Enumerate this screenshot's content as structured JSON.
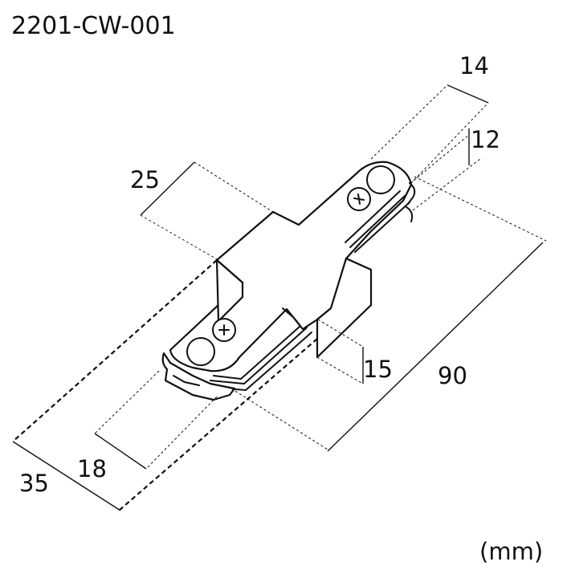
{
  "drawing": {
    "part_number": "2201-CW-001",
    "unit_label": "(mm)",
    "dimensions": {
      "top_width": "14",
      "top_height": "12",
      "body_width": "25",
      "side_height": "15",
      "overall_length": "90",
      "bottom_width": "18",
      "overall_width": "35"
    }
  }
}
